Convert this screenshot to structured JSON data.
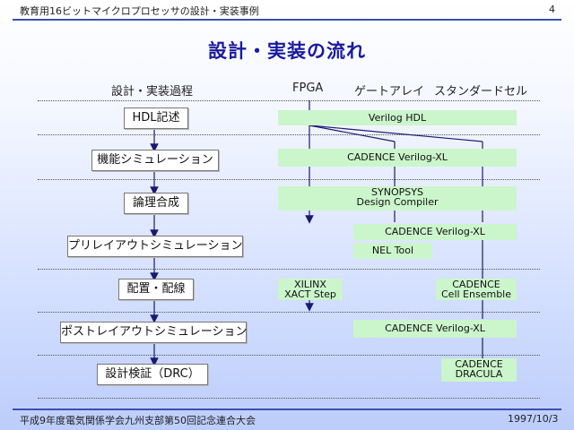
{
  "header": {
    "title": "教育用16ビットマイクロプロセッサの設計・実装事例",
    "page": "4"
  },
  "slide_title": "設計・実装の流れ",
  "columns": {
    "process": "設計・実装過程",
    "fpga": "FPGA",
    "gate_array": "ゲートアレイ",
    "standard_cell": "スタンダードセル"
  },
  "steps": [
    "HDL記述",
    "機能シミュレーション",
    "論理合成",
    "プリレイアウトシミュレーション",
    "配置・配線",
    "ポストレイアウトシミュレーション",
    "設計検証（DRC）"
  ],
  "tools": {
    "verilog_hdl": "Verilog HDL",
    "verilog_xl_1": "CADENCE Verilog-XL",
    "synopsys_1": "SYNOPSYS",
    "synopsys_2": "Design Compiler",
    "verilog_xl_2": "CADENCE Verilog-XL",
    "nel_tool": "NEL Tool",
    "xilinx_1": "XILINX",
    "xilinx_2": "XACT Step",
    "cell_ensemble_1": "CADENCE",
    "cell_ensemble_2": "Cell Ensemble",
    "verilog_xl_3": "CADENCE Verilog-XL",
    "dracula_1": "CADENCE",
    "dracula_2": "DRACULA"
  },
  "footer": {
    "conference": "平成9年度電気関係学会九州支部第50回記念連合大会",
    "date": "1997/10/3"
  },
  "colors": {
    "rule": "#3b4fb0",
    "title": "#1a1aa0",
    "tool_fill": "#cbf5cb",
    "arrow": "#1a1a70"
  }
}
